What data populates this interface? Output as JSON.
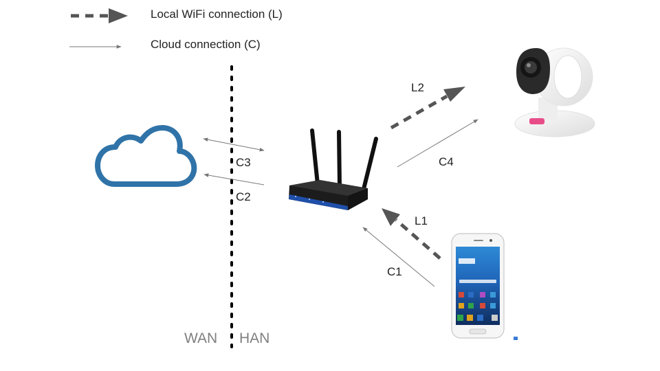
{
  "legend": {
    "local_label": "Local WiFi connection (L)",
    "cloud_label": "Cloud connection (C)"
  },
  "connections": {
    "c1": "C1",
    "c2": "C2",
    "c3": "C3",
    "c4": "C4",
    "l1": "L1",
    "l2": "L2"
  },
  "zones": {
    "wan": "WAN",
    "han": "HAN"
  },
  "colors": {
    "cloud": "#2f73a8",
    "arrow_dark": "#555555",
    "arrow_light": "#777777",
    "divider": "#000000",
    "zone_text": "#7f7f7f",
    "router_body": "#1c1c1c",
    "router_front": "#1f4fa8"
  },
  "icons": {
    "cloud": "cloud-icon",
    "router": "wifi-router-icon",
    "camera": "ibaby-camera-icon",
    "phone": "smartphone-icon"
  }
}
